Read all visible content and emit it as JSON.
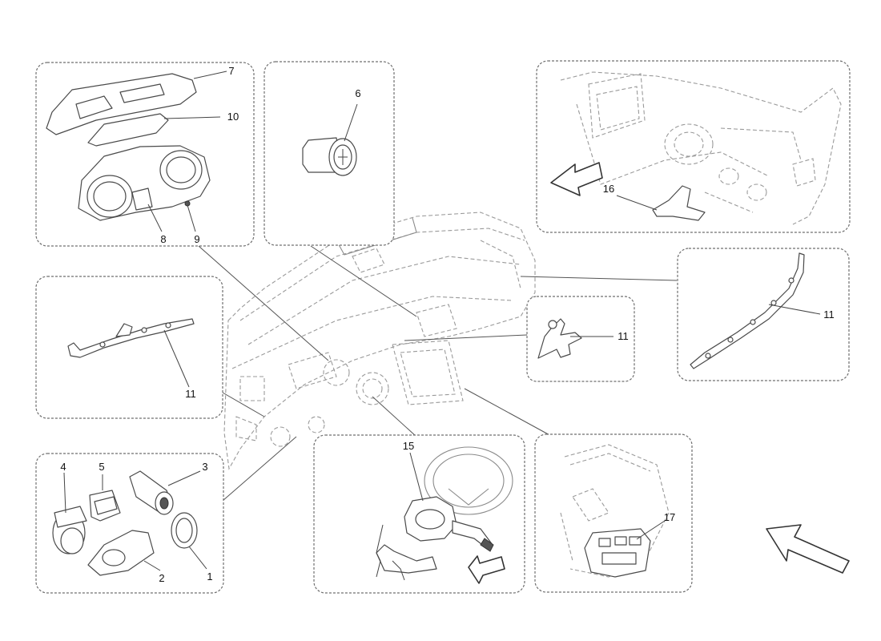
{
  "callouts": {
    "c1": "1",
    "c2": "2",
    "c3": "3",
    "c4": "4",
    "c5": "5",
    "c6": "6",
    "c7": "7",
    "c8": "8",
    "c9": "9",
    "c10": "10",
    "c11_left": "11",
    "c11_right": "11",
    "c11_center": "11",
    "c15": "15",
    "c16": "16",
    "c17": "17"
  },
  "icons": {
    "view_direction": "view-direction-arrow",
    "panel_arrow": "panel-view-arrow"
  },
  "colors": {
    "line": "#4a4a4a",
    "panel_border": "#6f6f6f",
    "background": "#ffffff"
  }
}
